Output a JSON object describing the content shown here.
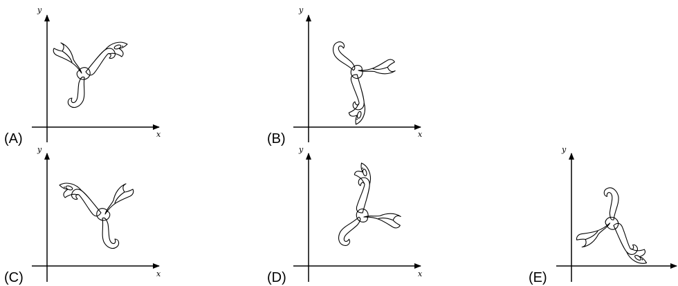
{
  "options": [
    {
      "label": "(A)",
      "x_axis": "x",
      "y_axis": "y"
    },
    {
      "label": "(B)",
      "x_axis": "x",
      "y_axis": "y"
    },
    {
      "label": "(C)",
      "x_axis": "x",
      "y_axis": "y"
    },
    {
      "label": "(D)",
      "x_axis": "x",
      "y_axis": "y"
    },
    {
      "label": "(E)",
      "x_axis": "x",
      "y_axis": "y"
    }
  ]
}
